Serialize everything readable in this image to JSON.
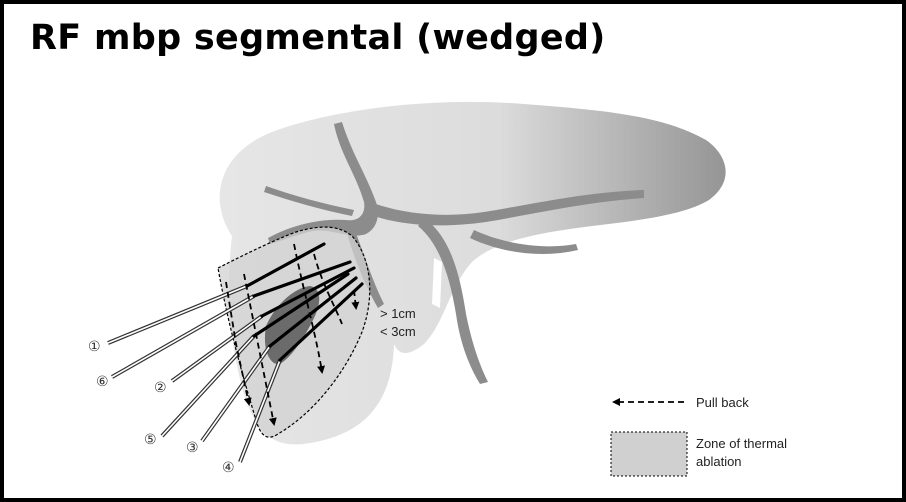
{
  "title": "RF mbp segmental (wedged)",
  "distance_label": {
    "min": "> 1cm",
    "max": "< 3cm"
  },
  "probes": [
    "①",
    "⑥",
    "②",
    "⑤",
    "③",
    "④"
  ],
  "legend": {
    "pull_back": "Pull back",
    "zone": "Zone of thermal ablation",
    "zone_line1": "Zone of thermal",
    "zone_line2": "ablation"
  },
  "colors": {
    "liver_light": "#dcdcdc",
    "liver_dark": "#9a9a9a",
    "vessel": "#8c8c8c",
    "tumor": "#606060",
    "zone_fill": "#d0d0d0"
  }
}
